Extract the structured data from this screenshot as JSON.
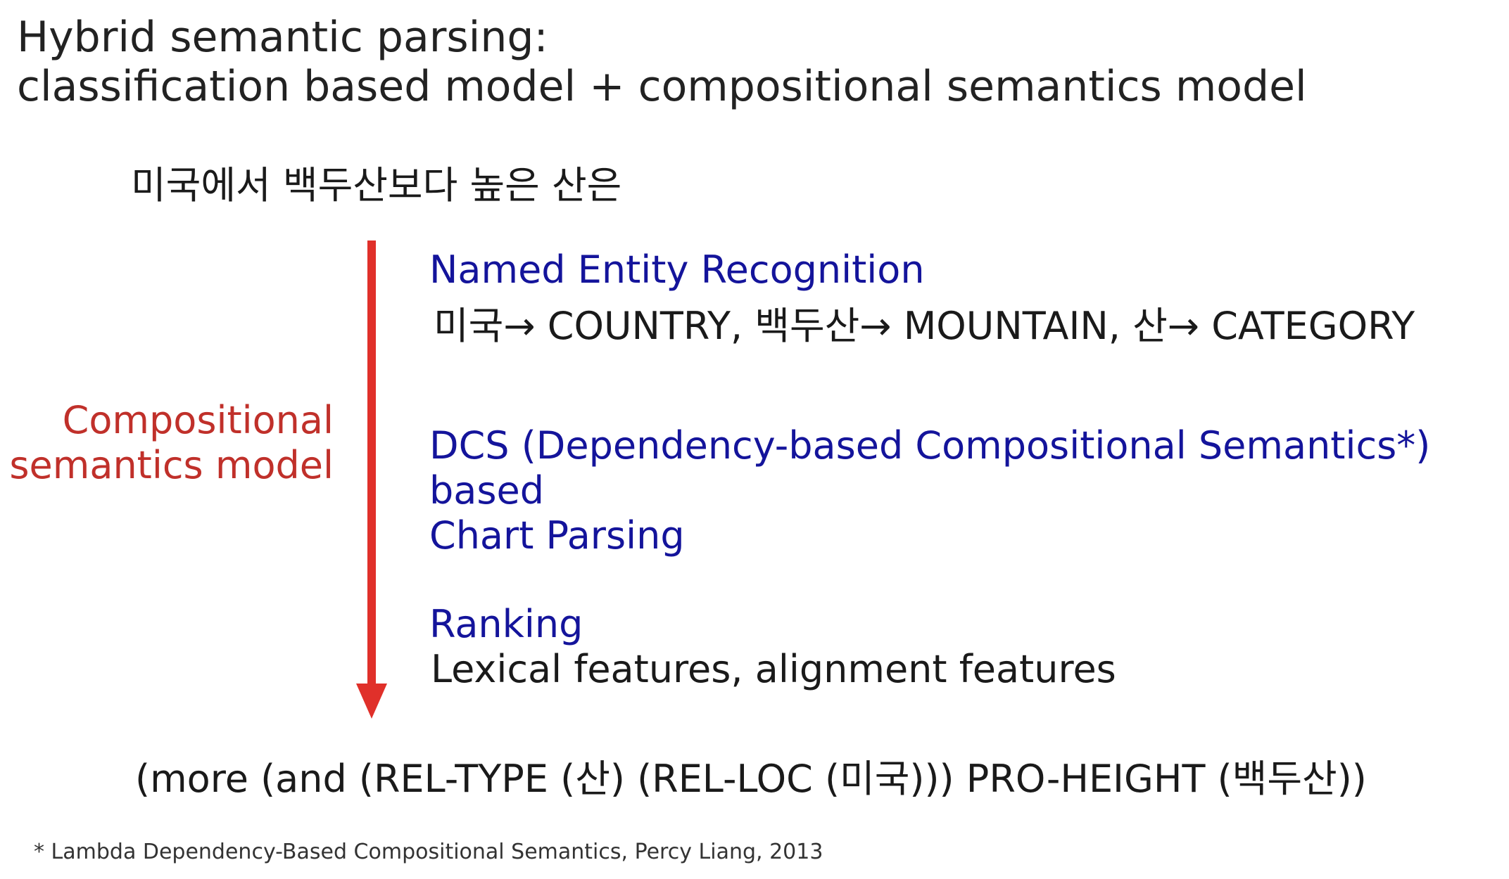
{
  "title": {
    "line1": "Hybrid semantic parsing:",
    "line2": "classification based model + compositional semantics model"
  },
  "input_sentence": "미국에서 백두산보다 높은 산은",
  "side_label": {
    "line1": "Compositional",
    "line2": "semantics model"
  },
  "steps": [
    {
      "title": "Named Entity Recognition",
      "body": "미국→ COUNTRY, 백두산→ MOUNTAIN, 산→ CATEGORY"
    },
    {
      "title_line1": "DCS (Dependency-based Compositional Semantics*) based",
      "title_line2": "Chart Parsing"
    },
    {
      "title": "Ranking",
      "body": "Lexical features, alignment features"
    }
  ],
  "logical_form": "(more (and (REL-TYPE (산) (REL-LOC (미국))) PRO-HEIGHT (백두산))",
  "footnote": "* Lambda Dependency-Based Compositional Semantics, Percy Liang, 2013",
  "colors": {
    "accent_red": "#c0302a",
    "arrow_red": "#e0302a",
    "step_blue": "#14149b",
    "text": "#1a1a1a"
  }
}
